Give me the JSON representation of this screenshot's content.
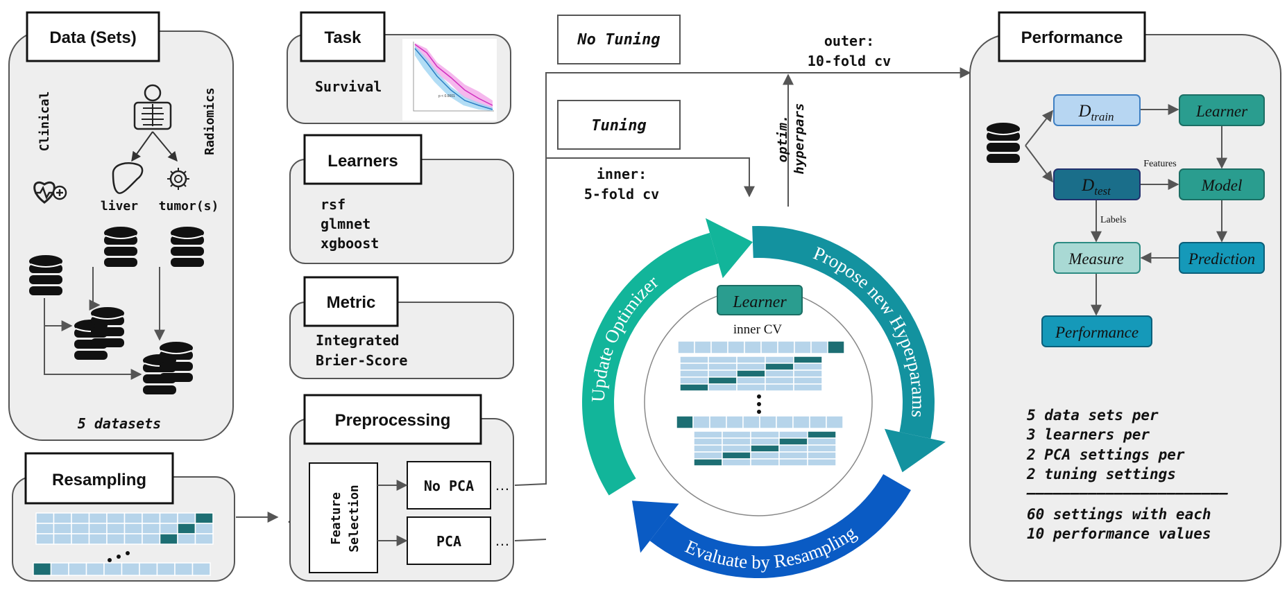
{
  "data_sets": {
    "title": "Data (Sets)",
    "clinical_label": "Clinical",
    "radiomics_label": "Radiomics",
    "liver_label": "liver",
    "tumor_label": "tumor(s)",
    "footer": "5 datasets"
  },
  "resampling": {
    "title": "Resampling"
  },
  "task": {
    "title": "Task",
    "value": "Survival",
    "plot_annotation": "p < 0.0001"
  },
  "learners": {
    "title": "Learners",
    "items": [
      "rsf",
      "glmnet",
      "xgboost"
    ]
  },
  "metric": {
    "title": "Metric",
    "line1": "Integrated",
    "line2": "Brier-Score"
  },
  "preprocessing": {
    "title": "Preprocessing",
    "feature_selection_line1": "Feature",
    "feature_selection_line2": "Selection",
    "no_pca": "No PCA",
    "pca": "PCA",
    "ellipsis": "…"
  },
  "tuning": {
    "no_tuning": "No Tuning",
    "tuning": "Tuning",
    "outer_line1": "outer:",
    "outer_line2": "10-fold cv",
    "inner_line1": "inner:",
    "inner_line2": "5-fold cv",
    "optim_line1": "optim.",
    "optim_line2": "hyperpars"
  },
  "cycle": {
    "propose": "Propose new Hyperparams",
    "evaluate": "Evaluate by Resampling",
    "update": "Update Optimizer",
    "learner": "Learner",
    "inner_cv": "inner CV",
    "colors": {
      "propose": "#13929f",
      "evaluate": "#0a5bc4",
      "update": "#12b59a"
    }
  },
  "performance": {
    "title": "Performance",
    "d_train": "D",
    "d_train_sub": "train",
    "d_test": "D",
    "d_test_sub": "test",
    "learner": "Learner",
    "model": "Model",
    "measure": "Measure",
    "prediction": "Prediction",
    "performance_box": "Performance",
    "features_label": "Features",
    "labels_label": "Labels",
    "summary": [
      "5  data sets per",
      "3  learners per",
      "2  PCA settings per",
      "2  tuning settings",
      "———————————————————————",
      "60 settings with each",
      "10 performance values"
    ]
  }
}
